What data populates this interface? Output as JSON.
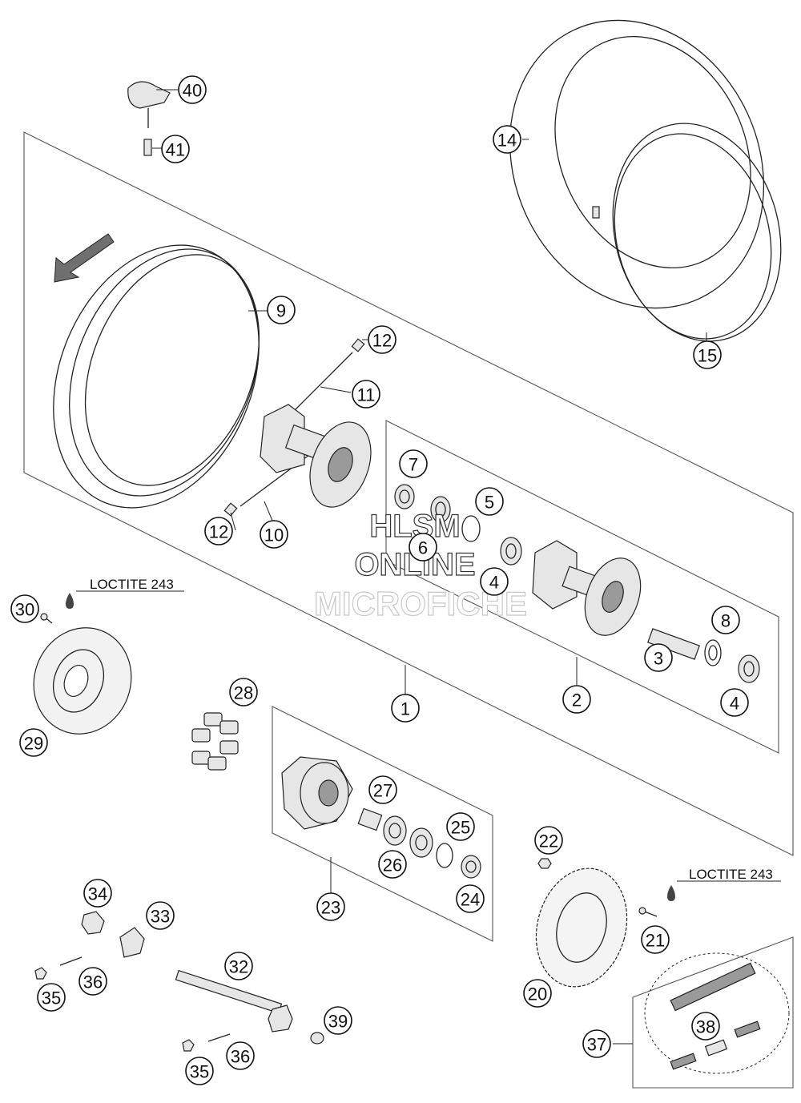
{
  "callouts": [
    {
      "label": "1",
      "shaded": false
    },
    {
      "label": "2",
      "shaded": false
    },
    {
      "label": "3",
      "shaded": false
    },
    {
      "label": "4",
      "shaded": false
    },
    {
      "label": "4",
      "shaded": false
    },
    {
      "label": "5",
      "shaded": false
    },
    {
      "label": "6",
      "shaded": false
    },
    {
      "label": "7",
      "shaded": false
    },
    {
      "label": "8",
      "shaded": false
    },
    {
      "label": "9",
      "shaded": false
    },
    {
      "label": "10",
      "shaded": false
    },
    {
      "label": "11",
      "shaded": false
    },
    {
      "label": "12",
      "shaded": false
    },
    {
      "label": "12",
      "shaded": false
    },
    {
      "label": "14",
      "shaded": false
    },
    {
      "label": "15",
      "shaded": false
    },
    {
      "label": "20",
      "shaded": false
    },
    {
      "label": "21",
      "shaded": false
    },
    {
      "label": "22",
      "shaded": false
    },
    {
      "label": "23",
      "shaded": false
    },
    {
      "label": "24",
      "shaded": false
    },
    {
      "label": "25",
      "shaded": false
    },
    {
      "label": "26",
      "shaded": false
    },
    {
      "label": "27",
      "shaded": false
    },
    {
      "label": "28",
      "shaded": false
    },
    {
      "label": "29",
      "shaded": false
    },
    {
      "label": "30",
      "shaded": false
    },
    {
      "label": "32",
      "shaded": false
    },
    {
      "label": "33",
      "shaded": false
    },
    {
      "label": "34",
      "shaded": false
    },
    {
      "label": "35",
      "shaded": false
    },
    {
      "label": "35",
      "shaded": false
    },
    {
      "label": "36",
      "shaded": false
    },
    {
      "label": "36",
      "shaded": false
    },
    {
      "label": "37",
      "shaded": false
    },
    {
      "label": "38",
      "shaded": false
    },
    {
      "label": "39",
      "shaded": false
    },
    {
      "label": "40",
      "shaded": false
    },
    {
      "label": "41",
      "shaded": false
    }
  ],
  "notes": {
    "loctite_disc": "LOCTITE 243",
    "loctite_sprocket": "LOCTITE 243"
  },
  "watermark": {
    "line1": "HLSM",
    "line2": "ONLINE",
    "line3": "MICROFICHE"
  }
}
